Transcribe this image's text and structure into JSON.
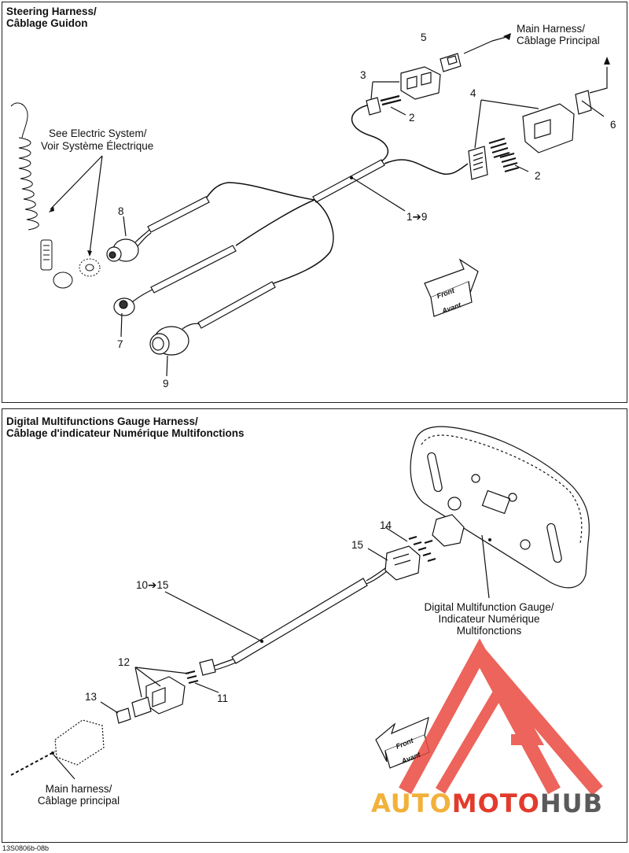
{
  "top_panel": {
    "title_line1": "Steering Harness/",
    "title_line2": "Câblage Guidon",
    "callouts": {
      "see_electric_line1": "See Electric System/",
      "see_electric_line2": "Voir Système Électrique",
      "main_harness_line1": "Main Harness/",
      "main_harness_line2": "Câblage Principal",
      "front_line1": "Front",
      "front_line2": "Avant"
    },
    "part_numbers": {
      "p1_9": "1➔9",
      "p2a": "2",
      "p2b": "2",
      "p3": "3",
      "p4": "4",
      "p5": "5",
      "p6": "6",
      "p7": "7",
      "p8": "8",
      "p9": "9"
    }
  },
  "bottom_panel": {
    "title_line1": "Digital Multifunctions Gauge Harness/",
    "title_line2": "Câblage d'indicateur Numérique Multifonctions",
    "callouts": {
      "gauge_line1": "Digital Multifunction Gauge/",
      "gauge_line2": "Indicateur Numérique",
      "gauge_line3": "Multifonctions",
      "main_harness_line1": "Main harness/",
      "main_harness_line2": "Câblage principal",
      "front_line1": "Front",
      "front_line2": "Avant"
    },
    "part_numbers": {
      "p10_15": "10➔15",
      "p11": "11",
      "p12": "12",
      "p13": "13",
      "p14": "14",
      "p15": "15"
    }
  },
  "footer": {
    "code": "13S0806b-08b"
  },
  "watermark": {
    "part1": "AUTO",
    "part2": "MOTO",
    "part3": "HUB",
    "colors": {
      "auto": "#f2b13a",
      "moto": "#e23b2d",
      "hub": "#5a5a5a",
      "triangle": "#e94a3f"
    }
  }
}
